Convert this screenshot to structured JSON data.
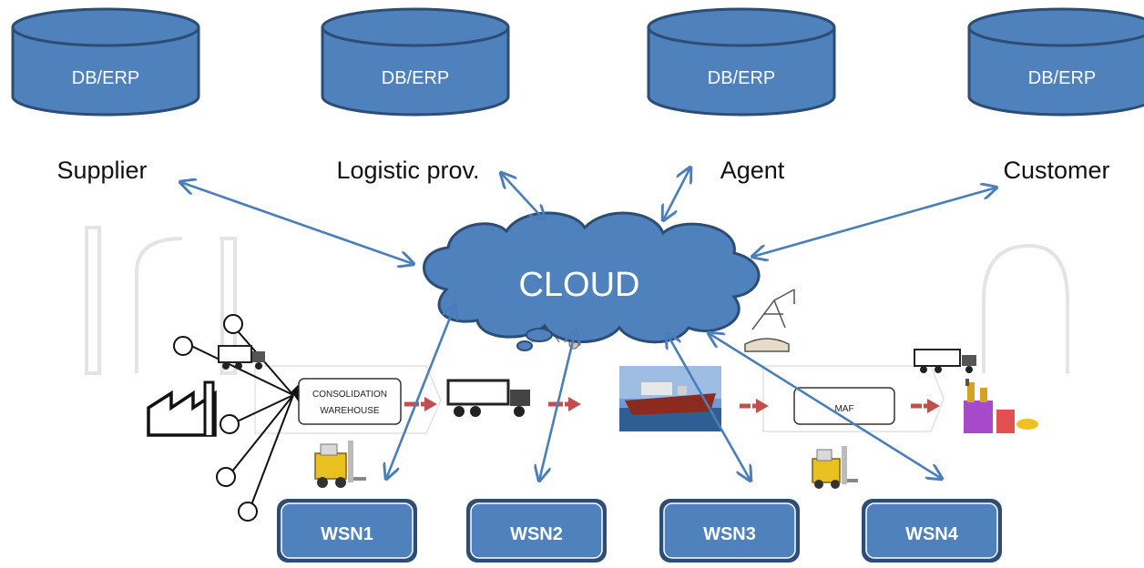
{
  "colors": {
    "node_fill": "#4f81bd",
    "node_stroke": "#2c4d75",
    "arrow": "#4a7ebb",
    "flow_arrow": "#c0504d"
  },
  "databases": [
    {
      "label": "DB/ERP"
    },
    {
      "label": "DB/ERP"
    },
    {
      "label": "DB/ERP"
    },
    {
      "label": "DB/ERP"
    }
  ],
  "parties": [
    {
      "label": "Supplier"
    },
    {
      "label": "Logistic prov."
    },
    {
      "label": "Agent"
    },
    {
      "label": "Customer"
    }
  ],
  "cloud": {
    "label": "CLOUD"
  },
  "process": {
    "warehouse_line1": "CONSOLIDATION",
    "warehouse_line2": "WAREHOUSE",
    "maf_label": "MAF"
  },
  "wsn": [
    {
      "label": "WSN1"
    },
    {
      "label": "WSN2"
    },
    {
      "label": "WSN3"
    },
    {
      "label": "WSN4"
    }
  ],
  "icons": [
    "factory-icon",
    "truck-icon",
    "forklift-icon",
    "ship-icon",
    "crane-icon",
    "industrial-plant-icon",
    "watermark-logo"
  ]
}
